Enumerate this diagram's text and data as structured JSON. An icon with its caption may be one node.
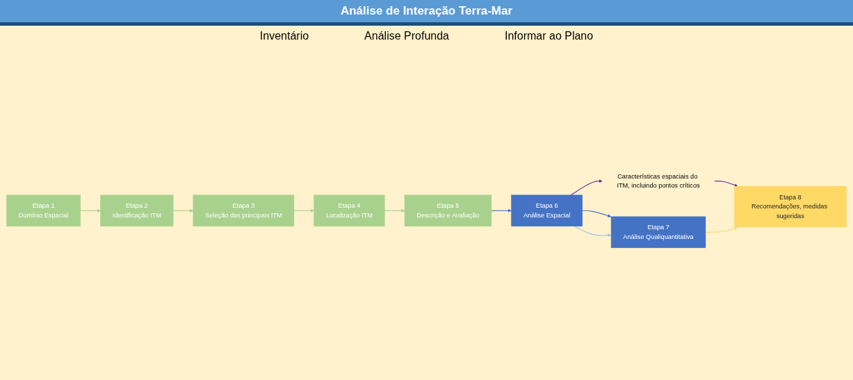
{
  "diagram": {
    "title": "Análise de Interação Terra-Mar",
    "nodes": [
      {
        "text": [
          "Etapa 1",
          "Domínio Espacial"
        ]
      },
      {
        "text": [
          "Etapa 2",
          "Identificação ITM"
        ]
      },
      {
        "text": [
          "Etapa 3",
          "Seleção das principais ITM"
        ]
      },
      {
        "text": [
          "Etapa 4",
          "Localização ITM"
        ]
      },
      {
        "text": [
          "Etapa 5",
          "Descrição e Avaliação"
        ]
      },
      {
        "text": [
          "Etapa 6",
          "Análise Espacial"
        ]
      },
      {
        "text": [
          "Etapa 7",
          "Análise Qualiquantitativa"
        ]
      },
      {
        "text": [
          "Características espaciais do ITM, incluindo pontos críticos"
        ]
      },
      {
        "text": [
          "Etapa 8",
          "Recomendações, medidas sugeridas"
        ]
      }
    ],
    "edges": [
      {
        "from": 0,
        "to": 1,
        "arrow": "to",
        "color": "#a9d18e"
      },
      {
        "from": 1,
        "to": 2,
        "arrow": "to",
        "color": "#a9d18e"
      },
      {
        "from": 2,
        "to": 3,
        "arrow": "to",
        "color": "#a9d18e"
      },
      {
        "from": 3,
        "to": 4,
        "arrow": "to",
        "color": "#a9d18e"
      },
      {
        "from": 4,
        "to": 5,
        "arrow": "to",
        "color": "#4472c4"
      },
      {
        "from": 5,
        "to": 6,
        "arrow": "to",
        "color": "#4472c4"
      },
      {
        "from": 5,
        "to": 6,
        "arrow": "to",
        "color": "#9dc3e6"
      },
      {
        "from": 5,
        "to": 7,
        "arrow": "to",
        "color": "#7030a0"
      },
      {
        "from": 7,
        "to": 8,
        "arrow": "to",
        "color": "#7030a0"
      },
      {
        "from": 6,
        "to": 8,
        "arrow": "to",
        "color": "#ffd966"
      }
    ],
    "labels": [
      "Inventário",
      "Análise Profunda",
      "Informar ao Plano"
    ]
  }
}
